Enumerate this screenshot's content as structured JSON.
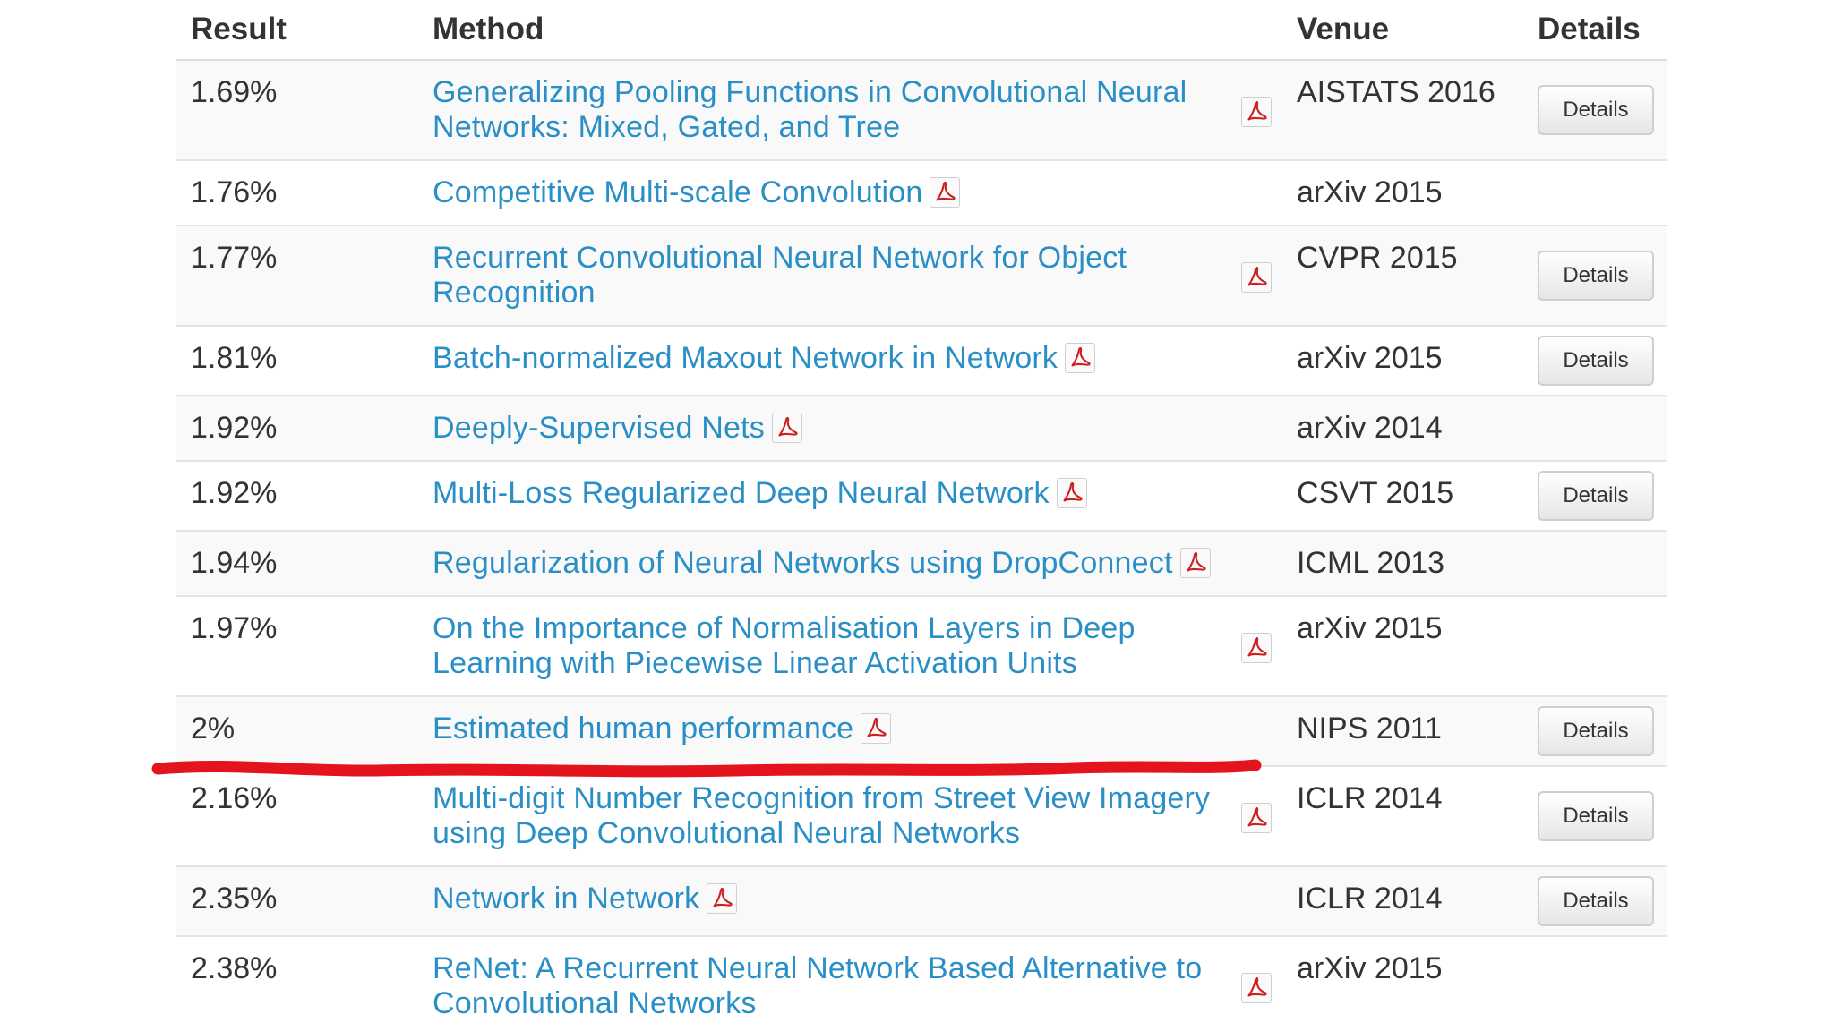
{
  "table": {
    "headers": {
      "result": "Result",
      "method": "Method",
      "venue": "Venue",
      "details": "Details"
    },
    "rows": [
      {
        "result": "1.69%",
        "method": "Generalizing Pooling Functions in Convolutional Neural Networks: Mixed, Gated, and Tree",
        "venue": "AISTATS 2016",
        "details": "Details"
      },
      {
        "result": "1.76%",
        "method": "Competitive Multi-scale Convolution",
        "venue": "arXiv 2015",
        "details": ""
      },
      {
        "result": "1.77%",
        "method": "Recurrent Convolutional Neural Network for Object Recognition",
        "venue": "CVPR 2015",
        "details": "Details"
      },
      {
        "result": "1.81%",
        "method": "Batch-normalized Maxout Network in Network",
        "venue": "arXiv 2015",
        "details": "Details"
      },
      {
        "result": "1.92%",
        "method": "Deeply-Supervised Nets",
        "venue": "arXiv 2014",
        "details": ""
      },
      {
        "result": "1.92%",
        "method": "Multi-Loss Regularized Deep Neural Network",
        "venue": "CSVT 2015",
        "details": "Details"
      },
      {
        "result": "1.94%",
        "method": "Regularization of Neural Networks using DropConnect",
        "venue": "ICML 2013",
        "details": ""
      },
      {
        "result": "1.97%",
        "method": "On the Importance of Normalisation Layers in Deep Learning with Piecewise Linear Activation Units",
        "venue": "arXiv 2015",
        "details": ""
      },
      {
        "result": "2%",
        "method": "Estimated human performance",
        "venue": "NIPS 2011",
        "details": "Details"
      },
      {
        "result": "2.16%",
        "method": "Multi-digit Number Recognition from Street View Imagery using Deep Convolutional Neural Networks",
        "venue": "ICLR 2014",
        "details": "Details"
      },
      {
        "result": "2.35%",
        "method": "Network in Network",
        "venue": "ICLR 2014",
        "details": "Details"
      },
      {
        "result": "2.38%",
        "method": "ReNet: A Recurrent Neural Network Based Alternative to Convolutional Networks",
        "venue": "arXiv 2015",
        "details": ""
      }
    ]
  },
  "colors": {
    "link": "#2a8fc6",
    "text": "#333333",
    "annotation": "#e3141e",
    "pdf_icon": "#cc1f1f"
  },
  "icons": {
    "pdf": "pdf-icon"
  }
}
